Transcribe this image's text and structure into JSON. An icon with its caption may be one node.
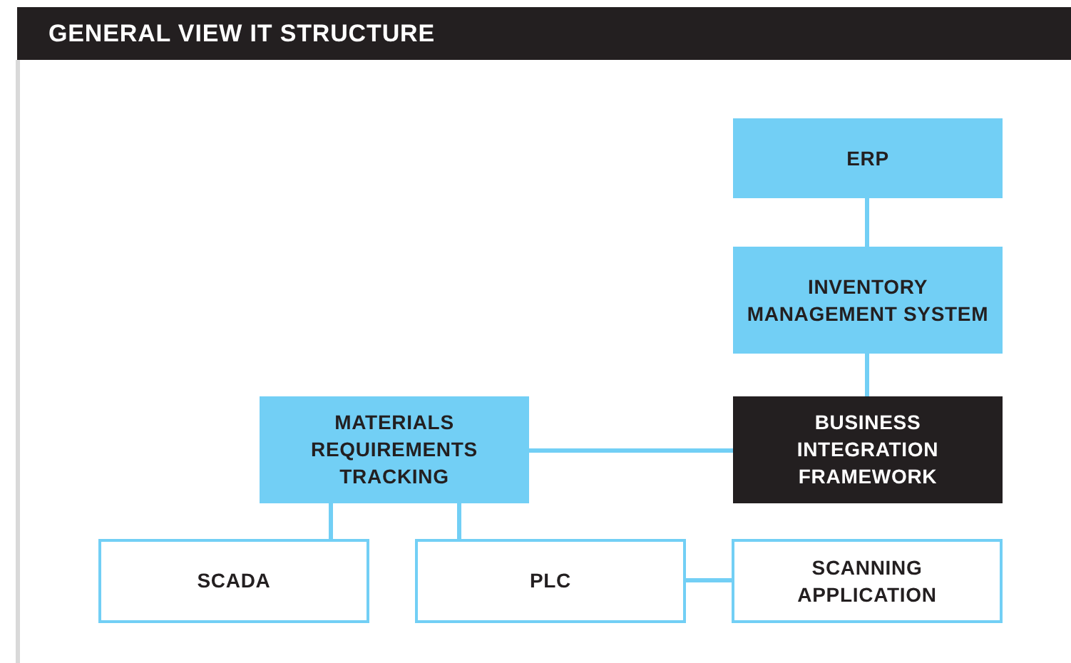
{
  "diagram": {
    "title": "GENERAL VIEW IT STRUCTURE",
    "nodes": [
      {
        "text": [
          "ERP"
        ]
      },
      {
        "text": [
          "INVENTORY MANAGEMENT SYSTEM"
        ]
      },
      {
        "text": [
          "MATERIALS REQUIREMENTS TRACKING"
        ]
      },
      {
        "text": [
          "BUSINESS INTEGRATION FRAMEWORK"
        ]
      },
      {
        "text": [
          "SCADA"
        ]
      },
      {
        "text": [
          "PLC"
        ]
      },
      {
        "text": [
          "SCANNING APPLICATION"
        ]
      }
    ],
    "edges": [
      {
        "from": 0,
        "to": 1,
        "arrow": "none"
      },
      {
        "from": 1,
        "to": 3,
        "arrow": "none"
      },
      {
        "from": 2,
        "to": 3,
        "arrow": "none"
      },
      {
        "from": 2,
        "to": 4,
        "arrow": "none"
      },
      {
        "from": 2,
        "to": 5,
        "arrow": "none"
      },
      {
        "from": 5,
        "to": 6,
        "arrow": "none"
      }
    ]
  }
}
